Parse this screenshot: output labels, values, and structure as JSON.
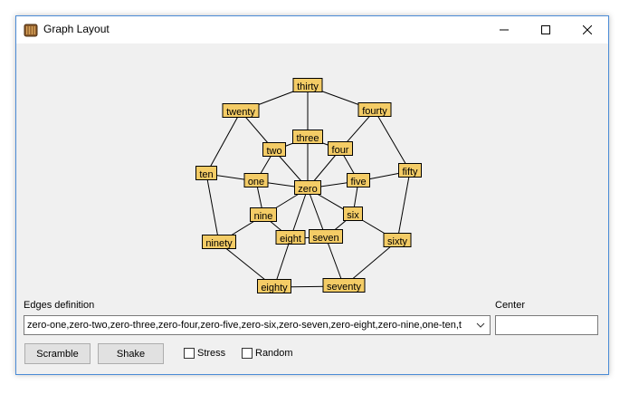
{
  "window": {
    "title": "Graph Layout",
    "icon": "app-icon",
    "controls": [
      "minimize-icon",
      "maximize-icon",
      "close-icon"
    ]
  },
  "graph": {
    "node_color": "#f4cc66",
    "nodes": [
      {
        "id": "thirty",
        "label": "thirty"
      },
      {
        "id": "twenty",
        "label": "twenty"
      },
      {
        "id": "fourty",
        "label": "fourty"
      },
      {
        "id": "three",
        "label": "three"
      },
      {
        "id": "two",
        "label": "two"
      },
      {
        "id": "four",
        "label": "four"
      },
      {
        "id": "ten",
        "label": "ten"
      },
      {
        "id": "one",
        "label": "one"
      },
      {
        "id": "zero",
        "label": "zero"
      },
      {
        "id": "five",
        "label": "five"
      },
      {
        "id": "fifty",
        "label": "fifty"
      },
      {
        "id": "nine",
        "label": "nine"
      },
      {
        "id": "six",
        "label": "six"
      },
      {
        "id": "ninety",
        "label": "ninety"
      },
      {
        "id": "eight",
        "label": "eight"
      },
      {
        "id": "seven",
        "label": "seven"
      },
      {
        "id": "sixty",
        "label": "sixty"
      },
      {
        "id": "eighty",
        "label": "eighty"
      },
      {
        "id": "seventy",
        "label": "seventy"
      }
    ],
    "edges": [
      [
        "zero",
        "one"
      ],
      [
        "zero",
        "two"
      ],
      [
        "zero",
        "three"
      ],
      [
        "zero",
        "four"
      ],
      [
        "zero",
        "five"
      ],
      [
        "zero",
        "six"
      ],
      [
        "zero",
        "seven"
      ],
      [
        "zero",
        "eight"
      ],
      [
        "zero",
        "nine"
      ],
      [
        "one",
        "ten"
      ],
      [
        "two",
        "twenty"
      ],
      [
        "three",
        "thirty"
      ],
      [
        "four",
        "fourty"
      ],
      [
        "five",
        "fifty"
      ],
      [
        "six",
        "sixty"
      ],
      [
        "seven",
        "seventy"
      ],
      [
        "eight",
        "eighty"
      ],
      [
        "nine",
        "ninety"
      ],
      [
        "one",
        "two"
      ],
      [
        "two",
        "three"
      ],
      [
        "three",
        "four"
      ],
      [
        "four",
        "five"
      ],
      [
        "five",
        "six"
      ],
      [
        "six",
        "seven"
      ],
      [
        "seven",
        "eight"
      ],
      [
        "eight",
        "nine"
      ],
      [
        "nine",
        "one"
      ],
      [
        "ten",
        "twenty"
      ],
      [
        "twenty",
        "thirty"
      ],
      [
        "thirty",
        "fourty"
      ],
      [
        "fourty",
        "fifty"
      ],
      [
        "fifty",
        "sixty"
      ],
      [
        "sixty",
        "seventy"
      ],
      [
        "seventy",
        "eighty"
      ],
      [
        "eighty",
        "ninety"
      ],
      [
        "ninety",
        "ten"
      ]
    ]
  },
  "edges_definition": {
    "label": "Edges definition",
    "value": "zero-one,zero-two,zero-three,zero-four,zero-five,zero-six,zero-seven,zero-eight,zero-nine,one-ten,t"
  },
  "center": {
    "label": "Center",
    "value": ""
  },
  "buttons": {
    "scramble": "Scramble",
    "shake": "Shake"
  },
  "checkboxes": {
    "stress": {
      "label": "Stress",
      "checked": false
    },
    "random": {
      "label": "Random",
      "checked": false
    }
  }
}
